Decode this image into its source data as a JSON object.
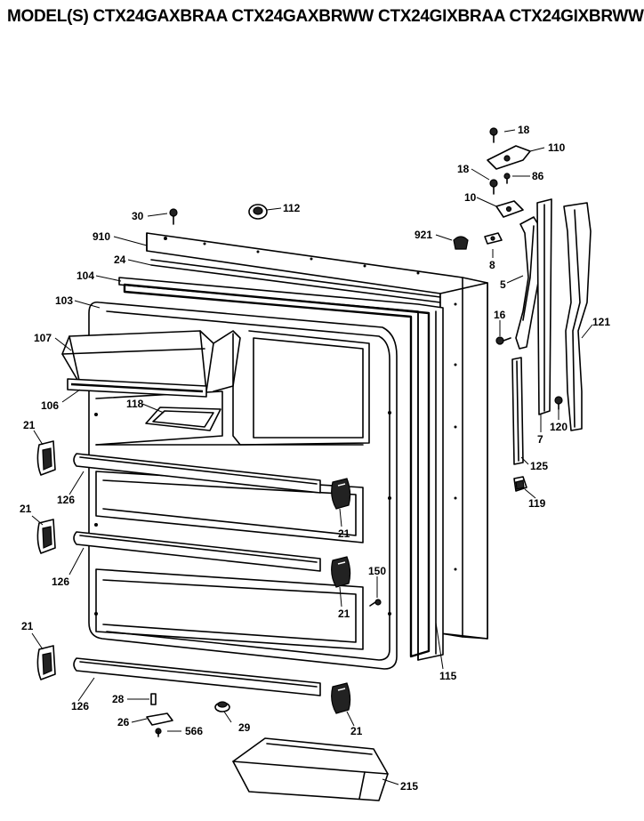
{
  "title": "MODEL(S) CTX24GAXBRAA  CTX24GAXBRWW  CTX24GIXBRAA  CTX24GIXBRWW",
  "callouts": [
    {
      "id": "c18a",
      "text": "18"
    },
    {
      "id": "c110",
      "text": "110"
    },
    {
      "id": "c18b",
      "text": "18"
    },
    {
      "id": "c86",
      "text": "86"
    },
    {
      "id": "c10",
      "text": "10"
    },
    {
      "id": "c30",
      "text": "30"
    },
    {
      "id": "c112",
      "text": "112"
    },
    {
      "id": "c910",
      "text": "910"
    },
    {
      "id": "c921",
      "text": "921"
    },
    {
      "id": "c8",
      "text": "8"
    },
    {
      "id": "c24",
      "text": "24"
    },
    {
      "id": "c104",
      "text": "104"
    },
    {
      "id": "c5",
      "text": "5"
    },
    {
      "id": "c103",
      "text": "103"
    },
    {
      "id": "c16",
      "text": "16"
    },
    {
      "id": "c121",
      "text": "121"
    },
    {
      "id": "c107",
      "text": "107"
    },
    {
      "id": "c106",
      "text": "106"
    },
    {
      "id": "c118",
      "text": "118"
    },
    {
      "id": "c7",
      "text": "7"
    },
    {
      "id": "c120",
      "text": "120"
    },
    {
      "id": "c21a",
      "text": "21"
    },
    {
      "id": "c125",
      "text": "125"
    },
    {
      "id": "c126a",
      "text": "126"
    },
    {
      "id": "c119",
      "text": "119"
    },
    {
      "id": "c21b",
      "text": "21"
    },
    {
      "id": "c21c",
      "text": "21"
    },
    {
      "id": "c126b",
      "text": "126"
    },
    {
      "id": "c150",
      "text": "150"
    },
    {
      "id": "c21d",
      "text": "21"
    },
    {
      "id": "c21e",
      "text": "21"
    },
    {
      "id": "c115",
      "text": "115"
    },
    {
      "id": "c126c",
      "text": "126"
    },
    {
      "id": "c28",
      "text": "28"
    },
    {
      "id": "c26",
      "text": "26"
    },
    {
      "id": "c29",
      "text": "29"
    },
    {
      "id": "c566",
      "text": "566"
    },
    {
      "id": "c21f",
      "text": "21"
    },
    {
      "id": "c215",
      "text": "215"
    }
  ]
}
